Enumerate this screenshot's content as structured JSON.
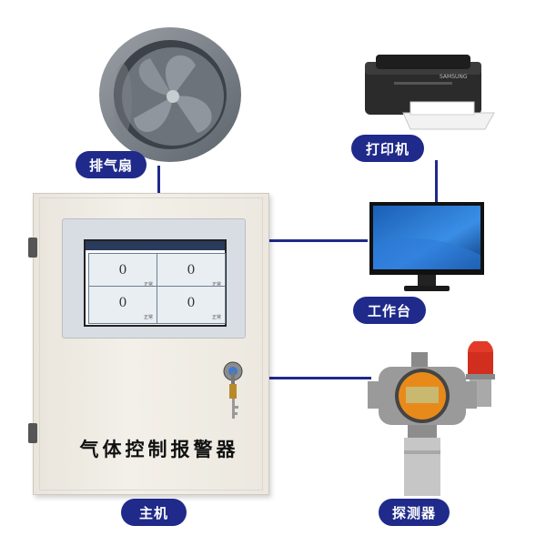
{
  "labels": {
    "fan": "排气扇",
    "printer": "打印机",
    "workstation": "工作台",
    "host": "主机",
    "detector": "探测器"
  },
  "cabinet": {
    "title": "气体控制报警器",
    "channels": [
      {
        "value": "0",
        "status": "正常"
      },
      {
        "value": "0",
        "status": "正常"
      },
      {
        "value": "0",
        "status": "正常"
      },
      {
        "value": "0",
        "status": "正常"
      }
    ]
  },
  "colors": {
    "accent": "#1f2a8a"
  }
}
